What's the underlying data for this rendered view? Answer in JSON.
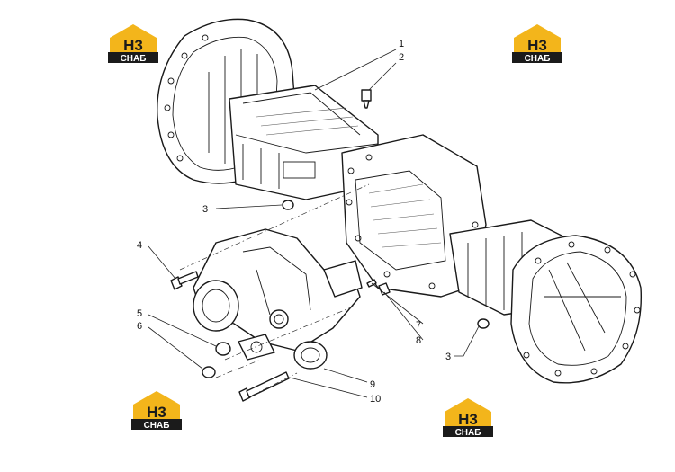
{
  "watermark": {
    "main": "H3",
    "sub": "СНАБ",
    "colors": {
      "yellow": "#f3b51b",
      "black": "#1b1b1b",
      "white": "#ffffff"
    }
  },
  "callouts": [
    {
      "id": "1",
      "label": "1"
    },
    {
      "id": "2",
      "label": "2"
    },
    {
      "id": "3a",
      "label": "3"
    },
    {
      "id": "3b",
      "label": "3"
    },
    {
      "id": "4",
      "label": "4"
    },
    {
      "id": "5",
      "label": "5"
    },
    {
      "id": "6",
      "label": "6"
    },
    {
      "id": "7",
      "label": "7"
    },
    {
      "id": "8",
      "label": "8"
    },
    {
      "id": "9",
      "label": "9"
    },
    {
      "id": "10",
      "label": "10"
    }
  ]
}
